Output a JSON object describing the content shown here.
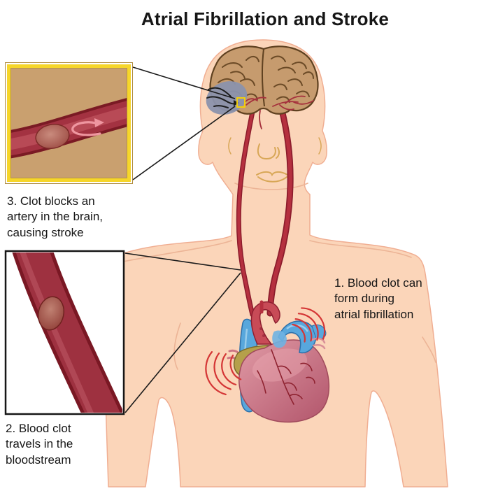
{
  "title": "Atrial Fibrillation and Stroke",
  "labels": {
    "step1": {
      "lines": [
        "1. Blood clot can",
        "form during",
        "atrial fibrillation"
      ]
    },
    "step2": {
      "lines": [
        "2. Blood clot",
        "travels in the",
        "bloodstream"
      ]
    },
    "step3": {
      "lines": [
        "3. Clot blocks an",
        "artery in the brain,",
        "causing stroke"
      ]
    }
  },
  "colors": {
    "skin": "#fbd5b9",
    "skin_outline": "#f0ae92",
    "face_line": "#d8a757",
    "brain": "#c69b6e",
    "brain_outline": "#5f4120",
    "brain_artery_red": "#a5303c",
    "stroke_region": "#8b92ac",
    "stroke_artery_black": "#1d1d1d",
    "highlight_yellow": "#f3cf0b",
    "inset1_border": "#f6d62a",
    "inset1_bg": "#c9a06f",
    "vessel_dark": "#7a1a24",
    "vessel_mid": "#a33241",
    "clot": "#b06358",
    "carotid_red": "#b5303f",
    "aorta_red": "#c84b57",
    "vein_blue": "#58a7dc",
    "atrium_olive": "#b5a04a",
    "heart_pink": "#cf7b8b",
    "vibration_red": "#d43535",
    "connector_black": "#1a1a1a"
  }
}
